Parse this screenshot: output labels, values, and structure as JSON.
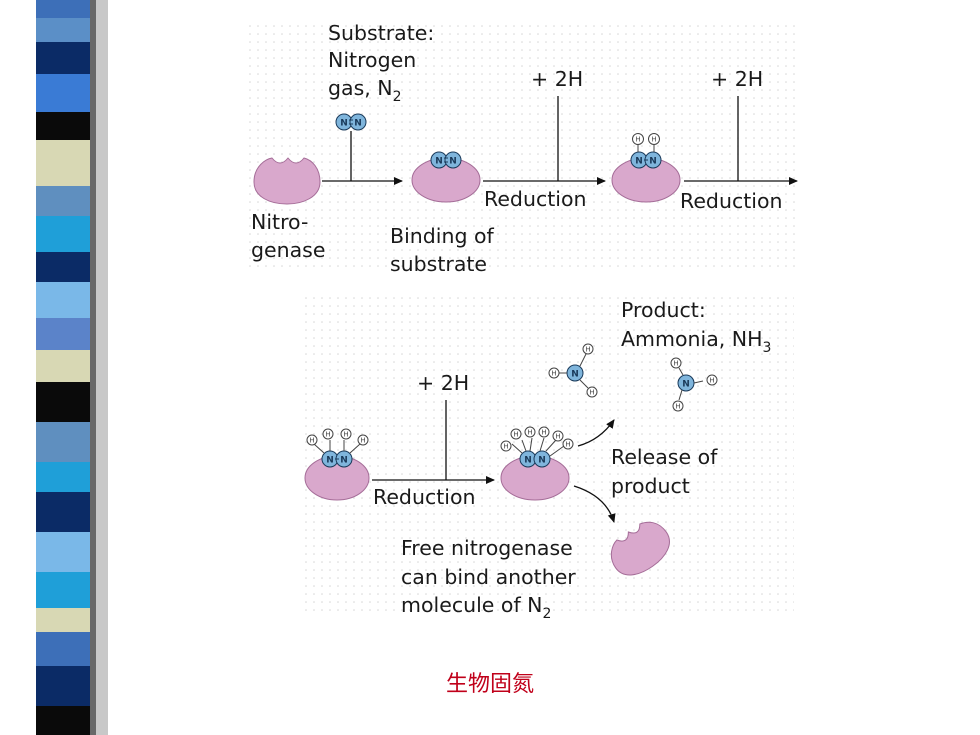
{
  "panel1": {
    "substrate_line1": "Substrate:",
    "substrate_line2": "Nitrogen",
    "substrate_line3": "gas, N",
    "substrate_sub": "2",
    "plus_2h_a": "+ 2H",
    "plus_2h_b": "+ 2H",
    "reduction_a": "Reduction",
    "reduction_b": "Reduction",
    "nitrogenase_line1": "Nitro-",
    "nitrogenase_line2": "genase",
    "binding_line1": "Binding of",
    "binding_line2": "substrate"
  },
  "panel2": {
    "product_line1": "Product:",
    "product_line2": "Ammonia, NH",
    "product_sub": "3",
    "plus_2h": "+ 2H",
    "reduction": "Reduction",
    "release_line1": "Release of",
    "release_line2": "product",
    "free_line1": "Free nitrogenase",
    "free_line2": "can bind another",
    "free_line3": "molecule of N",
    "free_sub": "2"
  },
  "atoms": {
    "n": "N",
    "h": "H"
  },
  "caption": "生物固氮",
  "colors": {
    "enzyme": "#d9a8cc",
    "enzyme_edge": "#a56d98",
    "nitrogen": "#7fb5dc",
    "caption": "#c0001a",
    "grid_dots": "#d6d6d6"
  }
}
